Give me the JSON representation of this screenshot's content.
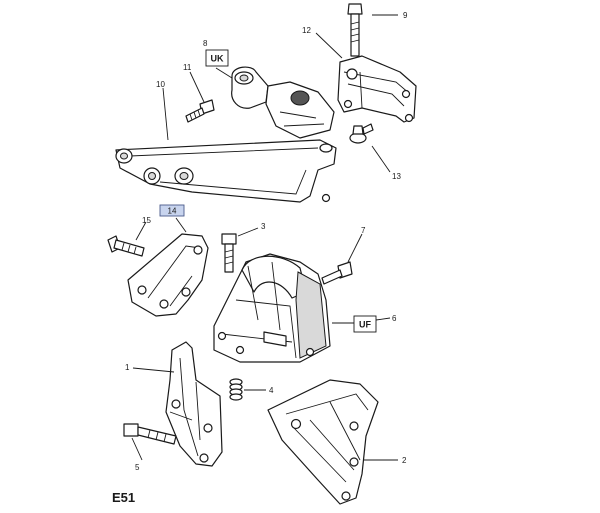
{
  "diagram_code": "E51",
  "callouts": {
    "c1": "1",
    "c2": "2",
    "c3": "3",
    "c4": "4",
    "c5": "5",
    "c6": "6",
    "c7": "7",
    "c8": "8",
    "c9": "9",
    "c10": "10",
    "c11": "11",
    "c12": "12",
    "c13": "13",
    "c14": "14",
    "c15": "15"
  },
  "tags": {
    "uk": "UK",
    "uf": "UF"
  },
  "highlighted_callout": "14"
}
